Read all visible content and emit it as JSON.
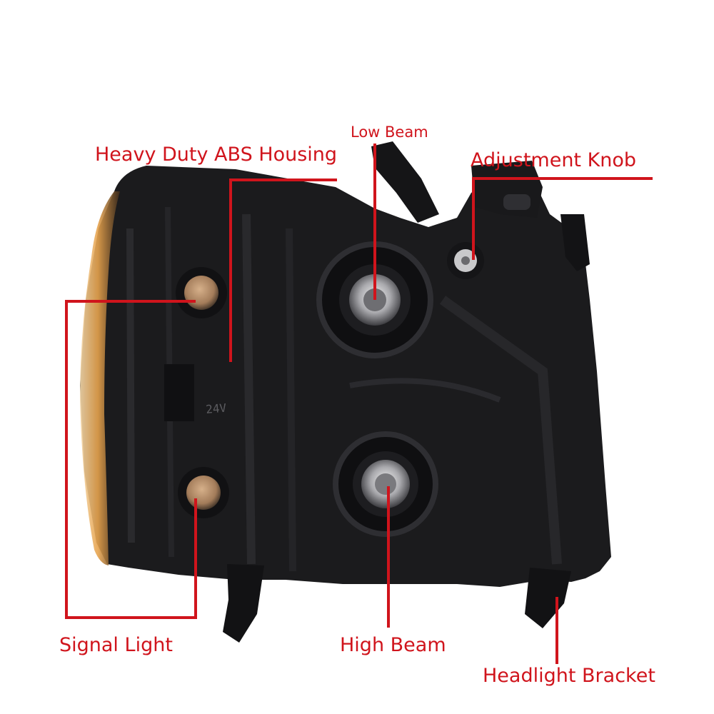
{
  "diagram": {
    "subject": "headlight assembly rear view",
    "accent_color": "#d0141c",
    "housing_color": "#1b1b1d",
    "amber_lens_color": "#e7a34d",
    "callouts": {
      "heavy_duty_housing": "Heavy Duty ABS Housing",
      "low_beam": "Low Beam",
      "adjustment_knob": "Adjustment Knob",
      "signal_light": "Signal Light",
      "high_beam": "High Beam",
      "headlight_bracket": "Headlight Bracket"
    },
    "molded_text": {
      "voltage": "24V"
    }
  }
}
